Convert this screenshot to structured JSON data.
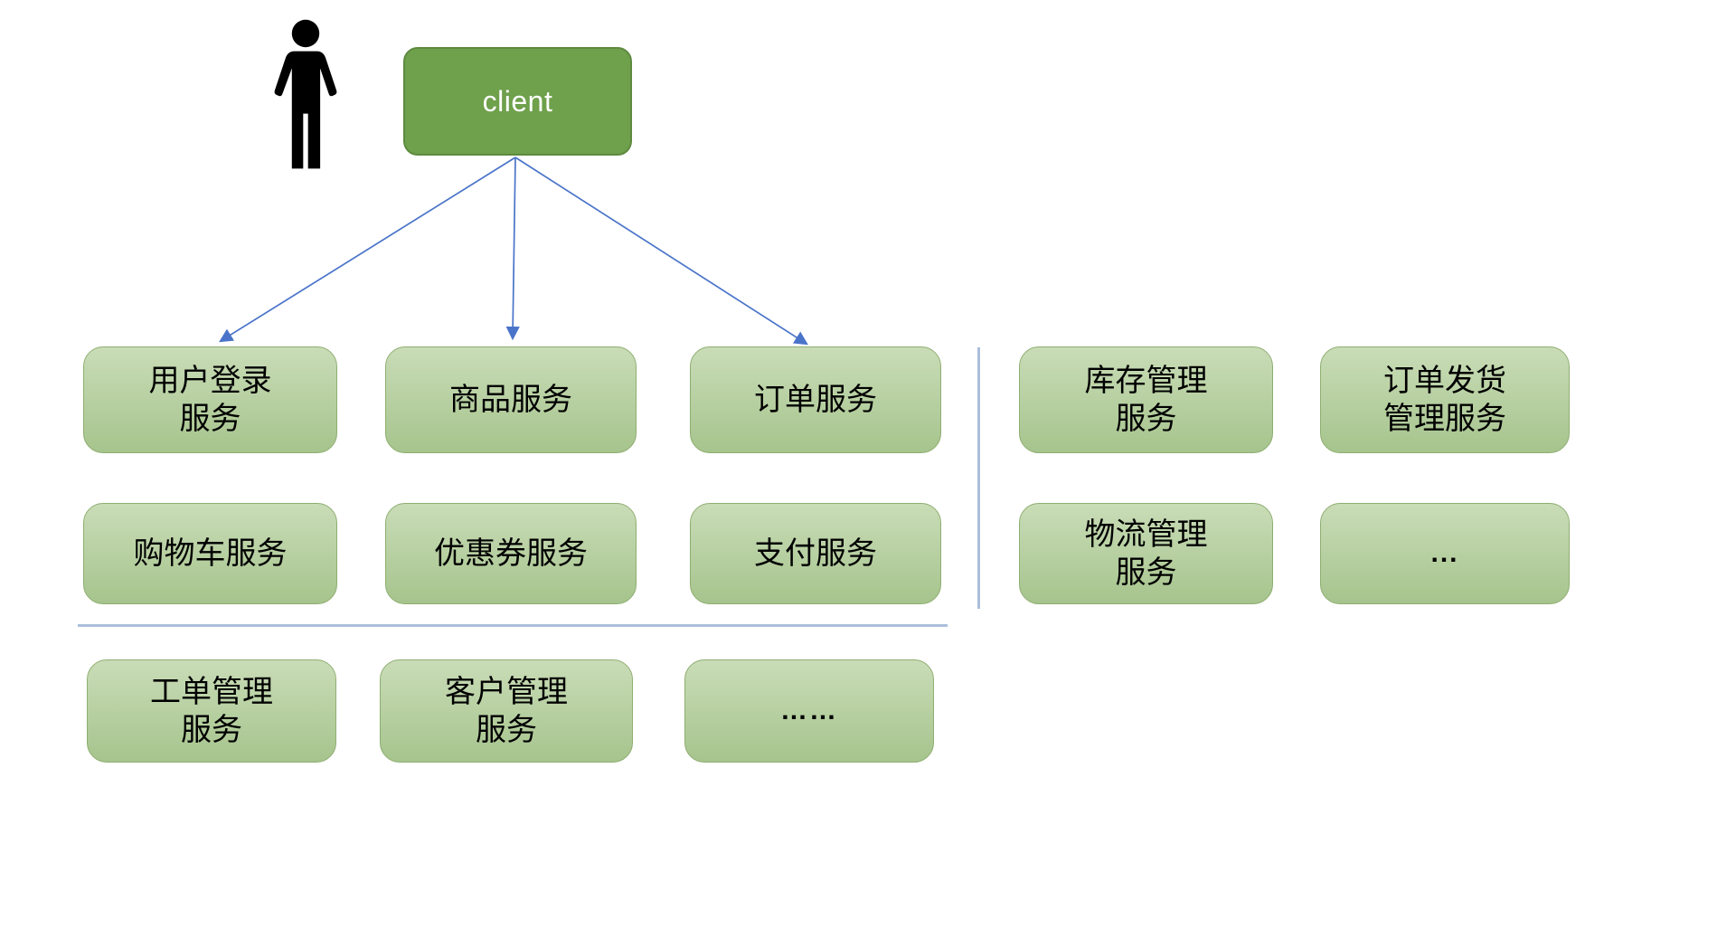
{
  "client_label": "client",
  "services": {
    "user_login": "用户登录\n服务",
    "product": "商品服务",
    "order": "订单服务",
    "cart": "购物车服务",
    "coupon": "优惠券服务",
    "payment": "支付服务",
    "inventory": "库存管理\n服务",
    "shipping": "订单发货\n管理服务",
    "logistics": "物流管理\n服务",
    "more_right": "...",
    "work_order": "工单管理\n服务",
    "customer": "客户管理\n服务",
    "more_left": "……"
  },
  "icons": {
    "actor": "person-icon"
  },
  "colors": {
    "green-dark": "#6fa04c",
    "green-dark-border": "#5e8a3f",
    "green-light-top": "#c9dcb7",
    "green-light-bottom": "#a6c48d",
    "green-light-border": "#8fae71",
    "arrow-blue": "#4a74c9",
    "divider-blue": "#abbfdc"
  }
}
